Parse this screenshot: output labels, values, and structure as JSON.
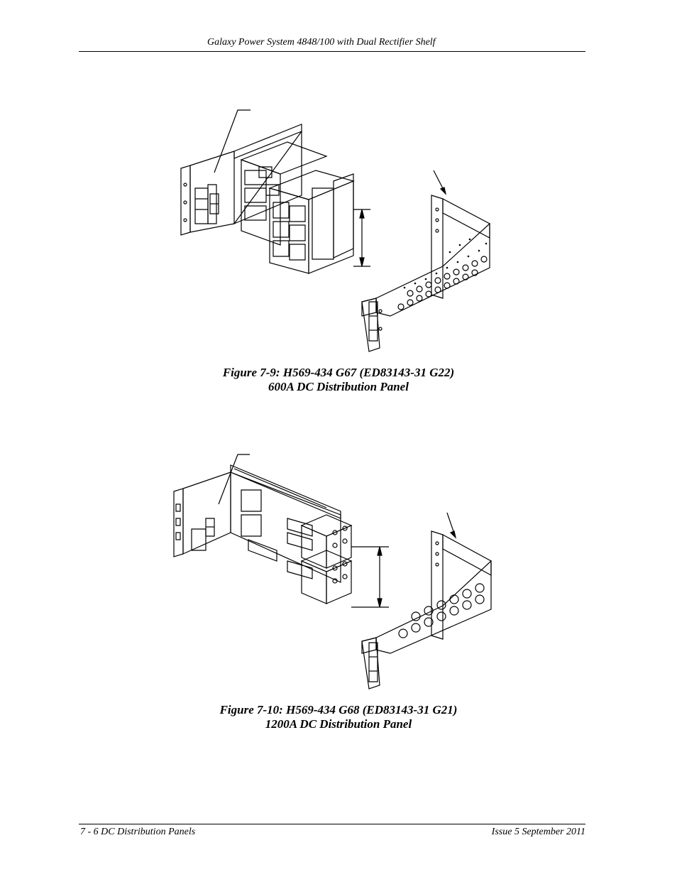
{
  "header": {
    "title": "Galaxy Power System 4848/100 with Dual Rectifier Shelf"
  },
  "figures": [
    {
      "caption_line1": "Figure 7-9: H569-434 G67 (ED83143-31 G22)",
      "caption_line2": "600A DC Distribution Panel"
    },
    {
      "caption_line1": "Figure 7-10: H569-434 G68 (ED83143-31 G21)",
      "caption_line2": "1200A DC Distribution Panel"
    }
  ],
  "footer": {
    "left": "7 - 6  DC Distribution Panels",
    "right": "Issue 5 September 2011"
  }
}
